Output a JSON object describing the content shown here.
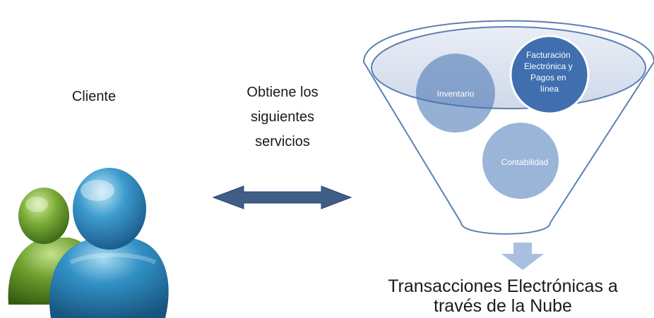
{
  "client": {
    "label": "Cliente",
    "icon": "users-icon"
  },
  "connector": {
    "line1": "Obtiene los",
    "line2": "siguientes",
    "line3": "servicios",
    "icon": "double-arrow-icon"
  },
  "funnel": {
    "icon": "funnel-icon",
    "services": [
      {
        "label": "Inventario"
      },
      {
        "label_lines": [
          "Facturación",
          "Electrónica y",
          "Pagos en",
          "línea"
        ]
      },
      {
        "label": "Contabilidad"
      }
    ]
  },
  "output": {
    "line1": "Transacciones Electrónicas a",
    "line2": "través de la Nube",
    "icon": "down-arrow-icon"
  },
  "colors": {
    "funnel_outline": "#5b80b4",
    "circle_dark": "#3f6fae",
    "circle_light": "#96b1d7",
    "arrow_fill": "#3e5d87",
    "down_arrow": "#a9bfe0",
    "person_front": "#2e87b9",
    "person_back": "#6b9a2e"
  }
}
